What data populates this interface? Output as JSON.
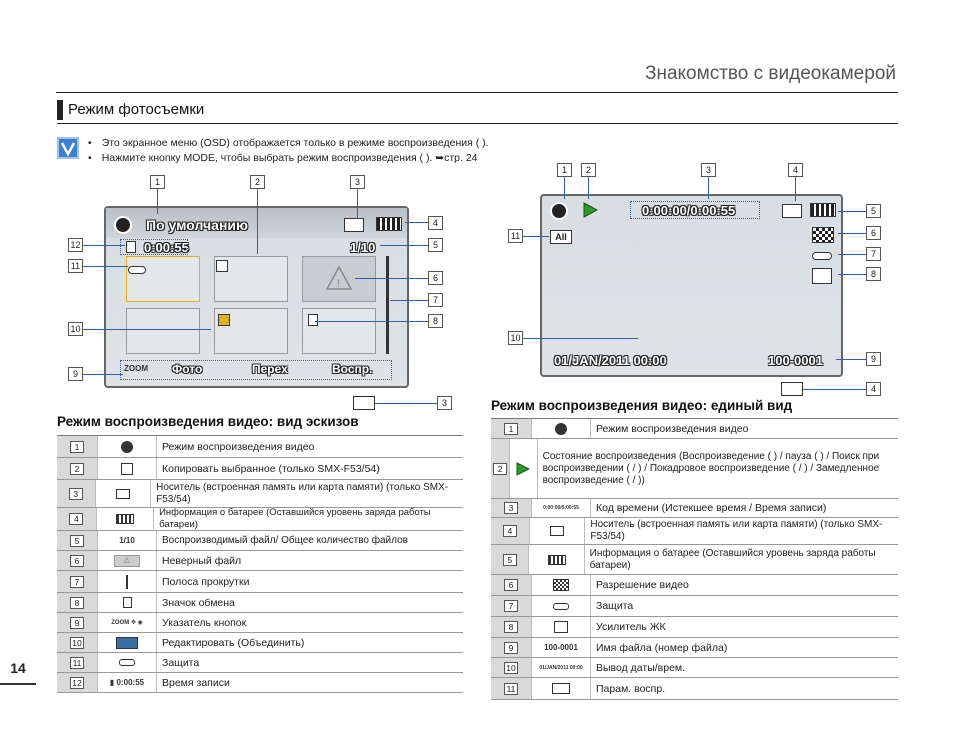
{
  "header": {
    "title": "Знакомство с видеокамерой"
  },
  "section": {
    "title": "Режим фотосъемки"
  },
  "notes": [
    "Это экранное меню (OSD) отображается только в режиме воспроизведения ( ).",
    "Нажмите кнопку MODE, чтобы выбрать режим воспроизведения ( ). ➥стр. 24"
  ],
  "page_number": "14",
  "thumb_screen": {
    "title": "По умолчанию",
    "time": "0:00:55",
    "counter": "1/10",
    "bottom": {
      "zoom": "ZOOM",
      "photo": "Фото",
      "move": "Перех",
      "play": "Воспр."
    },
    "callouts": [
      "1",
      "2",
      "3",
      "4",
      "5",
      "6",
      "7",
      "8",
      "9",
      "10",
      "11",
      "12",
      "3"
    ]
  },
  "single_screen": {
    "timecode": "0:00:00/0:00:55",
    "datetime": "01/JAN/2011 00:00",
    "file_no": "100-0001",
    "callouts": [
      "1",
      "2",
      "3",
      "4",
      "5",
      "6",
      "7",
      "8",
      "9",
      "10",
      "11",
      "4"
    ]
  },
  "left_table": {
    "title": "Режим воспроизведения видео: вид эскизов",
    "rows": [
      {
        "n": "1",
        "icon": "playback-mode-icon",
        "desc": "Режим воспроизведения видео"
      },
      {
        "n": "2",
        "icon": "copy-icon",
        "desc": "Копировать выбранное (только SMX-F53/54)"
      },
      {
        "n": "3",
        "icon": "storage-icon",
        "desc": "Носитель (встроенная память или карта памяти) (только SMX-F53/54)"
      },
      {
        "n": "4",
        "icon": "battery-icon",
        "desc": "Информация о батарее (Оставшийся уровень заряда работы батареи)"
      },
      {
        "n": "5",
        "icon_text": "1/10",
        "desc": "Воспроизводимый файл/ Общее количество файлов"
      },
      {
        "n": "6",
        "icon": "warning-icon",
        "desc": "Неверный файл"
      },
      {
        "n": "7",
        "icon": "scrollbar-icon",
        "desc": "Полоса прокрутки"
      },
      {
        "n": "8",
        "icon": "trash-icon",
        "desc": "Значок обмена"
      },
      {
        "n": "9",
        "icon_text": "ZOOM ✥ ◉",
        "desc": "Указатель кнопок"
      },
      {
        "n": "10",
        "icon": "edit-icon",
        "desc": "Редактировать (Объединить)"
      },
      {
        "n": "11",
        "icon": "key-icon",
        "desc": "Защита"
      },
      {
        "n": "12",
        "icon_text": "▮ 0:00:55",
        "desc": "Время записи"
      }
    ]
  },
  "right_table": {
    "title": "Режим воспроизведения видео: единый вид",
    "rows": [
      {
        "n": "1",
        "icon": "playback-mode-icon",
        "desc": "Режим воспроизведения видео"
      },
      {
        "n": "2",
        "icon": "play-icon",
        "desc": "Состояние воспроизведения (Воспроизведение ( ) / пауза ( ) / Поиск при воспроизведении ( / ) / Покадровое воспроизведение ( / ) / Замедленное воспроизведение ( / ))"
      },
      {
        "n": "3",
        "icon_text": "0:00:00/0:00:55",
        "desc": "Код времени (Истекшее время / Время записи)"
      },
      {
        "n": "4",
        "icon": "storage-icon",
        "desc": "Носитель (встроенная память или карта памяти) (только SMX-F53/54)"
      },
      {
        "n": "5",
        "icon": "battery-icon",
        "desc": "Информация о батарее (Оставшийся уровень заряда работы батареи)"
      },
      {
        "n": "6",
        "icon": "resolution-icon",
        "desc": "Разрешение видео"
      },
      {
        "n": "7",
        "icon": "key-icon",
        "desc": "Защита"
      },
      {
        "n": "8",
        "icon": "lcd-enhancer-icon",
        "desc": "Усилитель ЖК"
      },
      {
        "n": "9",
        "icon_text": "100-0001",
        "desc": "Имя файла (номер файла)"
      },
      {
        "n": "10",
        "icon_text": "01/JAN/2011 00:00",
        "desc": "Вывод даты/врем."
      },
      {
        "n": "11",
        "icon": "play-option-icon",
        "desc": "Парам. воспр."
      }
    ]
  },
  "colors": {
    "accent": "#2b5fb5",
    "thumb_selected": "#e0b020",
    "play_green": "#2a9d2a"
  }
}
